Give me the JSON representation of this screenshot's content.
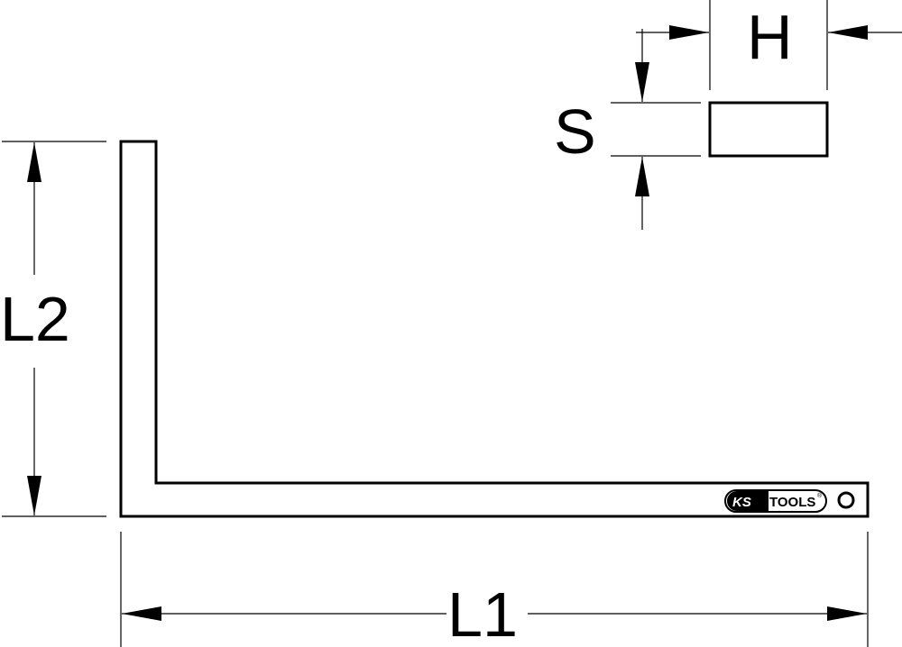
{
  "diagram": {
    "type": "technical-drawing",
    "subject": "L-shaped flat tool (angle gauge) with cross-section",
    "stroke_color": "#000000",
    "background": "#ffffff",
    "dimensions": {
      "l1": {
        "label": "L1",
        "orientation": "horizontal"
      },
      "l2": {
        "label": "L2",
        "orientation": "vertical"
      },
      "h": {
        "label": "H",
        "orientation": "horizontal"
      },
      "s": {
        "label": "S",
        "orientation": "vertical"
      }
    },
    "branding": {
      "logo_left": "KS",
      "logo_right": "TOOLS",
      "registered": "®",
      "hole_marker": "O"
    }
  }
}
